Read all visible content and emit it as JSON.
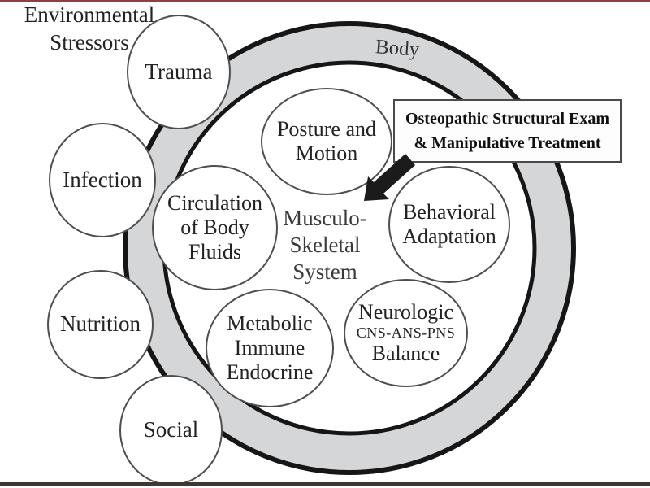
{
  "colors": {
    "ring_fill": "#d5d6d7",
    "ring_border": "#161616",
    "arrow": "#1b1b1b",
    "top_line": "#8a4140",
    "bottom_line": "#3d3833",
    "text": "#232323"
  },
  "header": {
    "environmental_stressors": [
      "Environmental",
      "Stressors"
    ]
  },
  "ring": {
    "label": "Body"
  },
  "outer_circles": {
    "trauma": "Trauma",
    "infection": "Infection",
    "nutrition": "Nutrition",
    "social": "Social"
  },
  "inner_circles": {
    "posture": [
      "Posture and",
      "Motion"
    ],
    "circulation": [
      "Circulation",
      "of Body",
      "Fluids"
    ],
    "behavioral": [
      "Behavioral",
      "Adaptation"
    ],
    "metabolic": [
      "Metabolic",
      "Immune",
      "Endocrine"
    ],
    "neurologic": [
      "Neurologic",
      "CNS-ANS-PNS",
      "Balance"
    ]
  },
  "center_label": [
    "Musculo-",
    "Skeletal",
    "System"
  ],
  "treatment_box": [
    "Osteopathic Structural Exam",
    "& Manipulative Treatment"
  ]
}
